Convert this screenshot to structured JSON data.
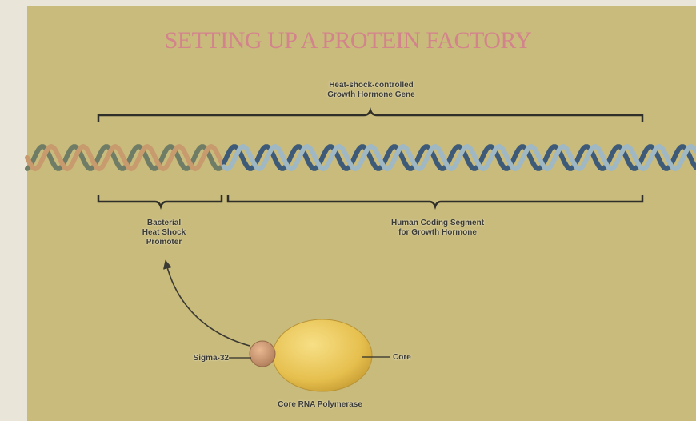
{
  "title": "SETTING UP A PROTEIN FACTORY",
  "labels": {
    "gene": "Heat-shock-controlled\nGrowth Hormone Gene",
    "promoter": "Bacterial\nHeat Shock\nPromoter",
    "coding": "Human Coding Segment\nfor Growth Hormone",
    "sigma": "Sigma-32",
    "core": "Core",
    "polymerase": "Core RNA Polymerase"
  },
  "colors": {
    "background": "#c9bb7c",
    "title": "#d57d8e",
    "promoter_strand": "#c79b6e",
    "coding_strand_a": "#3d5a78",
    "coding_strand_b": "#9fb8c4",
    "polymerase_core": "#e9c658",
    "sigma_factor": "#c9906a"
  }
}
